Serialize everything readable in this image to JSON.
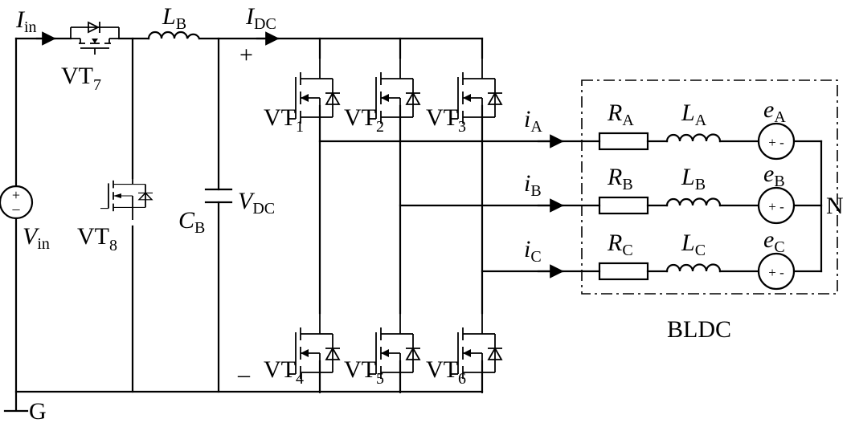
{
  "labels": {
    "i_in": {
      "main": "I",
      "sub": "in"
    },
    "vt7": {
      "main": "VT",
      "sub": "7"
    },
    "lb_top": {
      "main": "L",
      "sub": "B"
    },
    "i_dc": {
      "main": "I",
      "sub": "DC"
    },
    "plus": "+",
    "minus": "–",
    "vt1": {
      "main": "VT",
      "sub": "1"
    },
    "vt2": {
      "main": "VT",
      "sub": "2"
    },
    "vt3": {
      "main": "VT",
      "sub": "3"
    },
    "vt4": {
      "main": "VT",
      "sub": "4"
    },
    "vt5": {
      "main": "VT",
      "sub": "5"
    },
    "vt6": {
      "main": "VT",
      "sub": "6"
    },
    "vt8": {
      "main": "VT",
      "sub": "8"
    },
    "cb": {
      "main": "C",
      "sub": "B"
    },
    "vdc": {
      "main": "V",
      "sub": "DC"
    },
    "vin": {
      "main": "V",
      "sub": "in"
    },
    "g": "G",
    "ia": {
      "main": "i",
      "sub": "A"
    },
    "ib": {
      "main": "i",
      "sub": "B"
    },
    "ic": {
      "main": "i",
      "sub": "C"
    },
    "ra": {
      "main": "R",
      "sub": "A"
    },
    "rb": {
      "main": "R",
      "sub": "B"
    },
    "rc": {
      "main": "R",
      "sub": "C"
    },
    "la": {
      "main": "L",
      "sub": "A"
    },
    "lb": {
      "main": "L",
      "sub": "B"
    },
    "lc": {
      "main": "L",
      "sub": "C"
    },
    "ea": {
      "main": "e",
      "sub": "A"
    },
    "eb": {
      "main": "e",
      "sub": "B"
    },
    "ec": {
      "main": "e",
      "sub": "C"
    },
    "n": "N",
    "bldc": "BLDC",
    "src_plus": "+",
    "src_minus": "–",
    "emf_sign": "+ -"
  },
  "icons": {
    "mosfet": "mosfet-with-body-diode-icon",
    "inductor": "inductor-coil-icon",
    "capacitor": "capacitor-icon",
    "resistor": "resistor-icon",
    "voltage_source": "voltage-source-icon",
    "ground": "ground-icon",
    "arrow": "current-arrow-icon"
  }
}
